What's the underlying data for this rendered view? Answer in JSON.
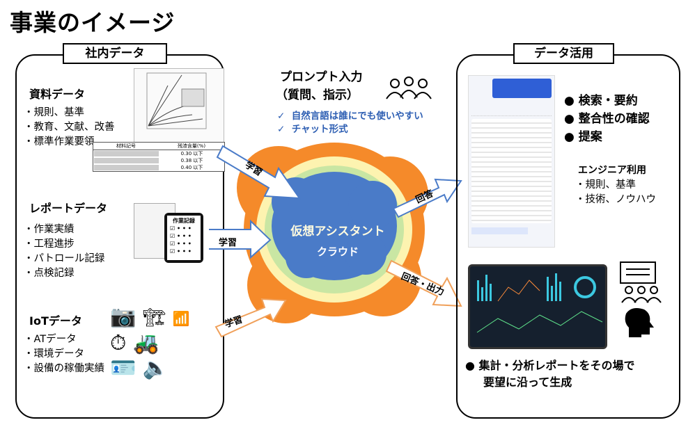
{
  "title": "事業のイメージ",
  "left_panel": {
    "label": "社内データ",
    "sections": [
      {
        "heading": "資料データ",
        "items": [
          "・規則、基準",
          "・教育、文献、改善",
          "・標準作業要領"
        ]
      },
      {
        "heading": "レポートデータ",
        "items": [
          "・作業実績",
          "・工程進捗",
          "・パトロール記録",
          "・点検記録"
        ]
      },
      {
        "heading": "IoTデータ",
        "items": [
          "・ATデータ",
          "・環境データ",
          "・設備の稼働実績"
        ]
      }
    ],
    "phone_title": "作業記録",
    "table_header": [
      "材料記号",
      "残渣含量(%)"
    ],
    "table_values": [
      "0.30 以下",
      "0.38 以下",
      "0.40 以下"
    ]
  },
  "center": {
    "prompt_title": "プロンプト入力",
    "prompt_sub": "（質問、指示）",
    "checks": [
      "自然言語は誰にでも使いやすい",
      "チャット形式"
    ],
    "cloud_title": "仮想アシスタント",
    "cloud_sub": "クラウド",
    "arrow_labels": {
      "learn1": "学習",
      "learn2": "学習",
      "learn3": "学習",
      "answer": "回答",
      "answer_output": "回答・出力"
    }
  },
  "right_panel": {
    "label": "データ活用",
    "bullets": [
      "● 検索・要約",
      "● 整合性の確認",
      "● 提案"
    ],
    "engineer_title": "エンジニア利用",
    "engineer_items": [
      "・規則、基準",
      "・技術、ノウハウ"
    ],
    "report_line1": "● 集計・分析レポートをその場で",
    "report_line2": "要望に沿って生成"
  },
  "colors": {
    "cloud_outer": "#f58a2a",
    "cloud_mid": "#fdf3b0",
    "cloud_green": "#c9e6a3",
    "cloud_inner": "#4a7bc8",
    "arrow_fill": "#ffffff",
    "arrow_blue": "#4a7bc8",
    "arrow_orange": "#f0a05a",
    "check": "#2e5fb3"
  }
}
